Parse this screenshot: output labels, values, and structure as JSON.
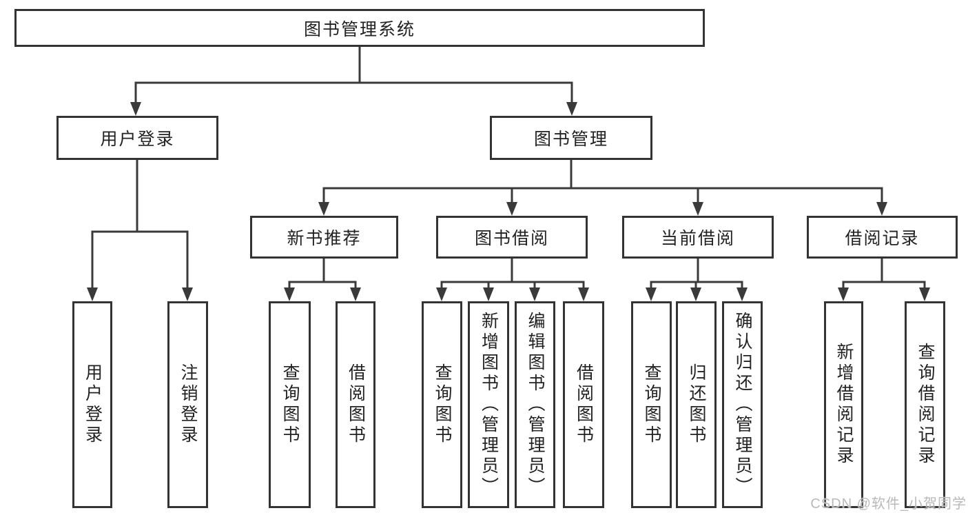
{
  "theme": {
    "bg": "#ffffff",
    "line": "#3a3a3a",
    "border": "#333333",
    "fill": "#ffffff",
    "text": "#222222",
    "watermark": "#b9b9b9"
  },
  "diagram": {
    "type": "tree",
    "root": {
      "label": "图书管理系统"
    },
    "level1": [
      {
        "label": "用户登录",
        "parent": "图书管理系统"
      },
      {
        "label": "图书管理",
        "parent": "图书管理系统"
      }
    ],
    "level2": [
      {
        "label": "新书推荐",
        "parent": "图书管理"
      },
      {
        "label": "图书借阅",
        "parent": "图书管理"
      },
      {
        "label": "当前借阅",
        "parent": "图书管理"
      },
      {
        "label": "借阅记录",
        "parent": "图书管理"
      }
    ],
    "leaves": [
      {
        "label": "用户登录",
        "parent": "用户登录"
      },
      {
        "label": "注销登录",
        "parent": "用户登录"
      },
      {
        "label": "查询图书",
        "parent": "新书推荐"
      },
      {
        "label": "借阅图书",
        "parent": "新书推荐"
      },
      {
        "label": "查询图书",
        "parent": "图书借阅"
      },
      {
        "label": "新增图书（管理员）",
        "parent": "图书借阅"
      },
      {
        "label": "编辑图书（管理员）",
        "parent": "图书借阅"
      },
      {
        "label": "借阅图书",
        "parent": "图书借阅"
      },
      {
        "label": "查询图书",
        "parent": "当前借阅"
      },
      {
        "label": "归还图书",
        "parent": "当前借阅"
      },
      {
        "label": "确认归还（管理员）",
        "parent": "当前借阅"
      },
      {
        "label": "新增借阅记录",
        "parent": "借阅记录"
      },
      {
        "label": "查询借阅记录",
        "parent": "借阅记录"
      }
    ]
  },
  "watermark": {
    "text": "CSDN @软件_小贺同学"
  }
}
